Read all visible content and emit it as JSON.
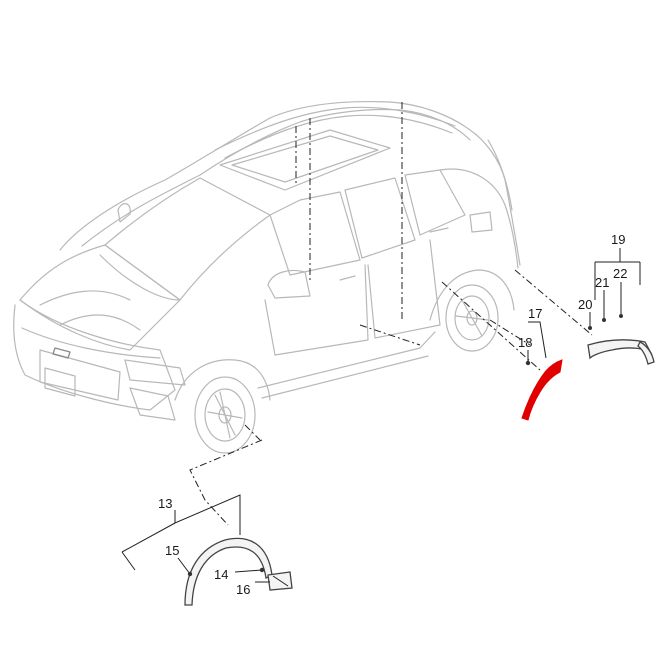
{
  "callouts": {
    "c13": "13",
    "c14": "14",
    "c15": "15",
    "c16": "16",
    "c17": "17",
    "c18": "18",
    "c19": "19",
    "c20": "20",
    "c21": "21",
    "c22": "22"
  },
  "colors": {
    "highlight": "#e00000",
    "line": "#222222",
    "vehicle": "#b8b8b8"
  },
  "icons": {
    "vehicle": "suv-vehicle-illustration",
    "front-molding": "front-wheel-arch-molding-icon",
    "rear-molding": "rear-wheel-arch-molding-icon",
    "highlighted": "rear-wheel-arch-extension-icon"
  }
}
